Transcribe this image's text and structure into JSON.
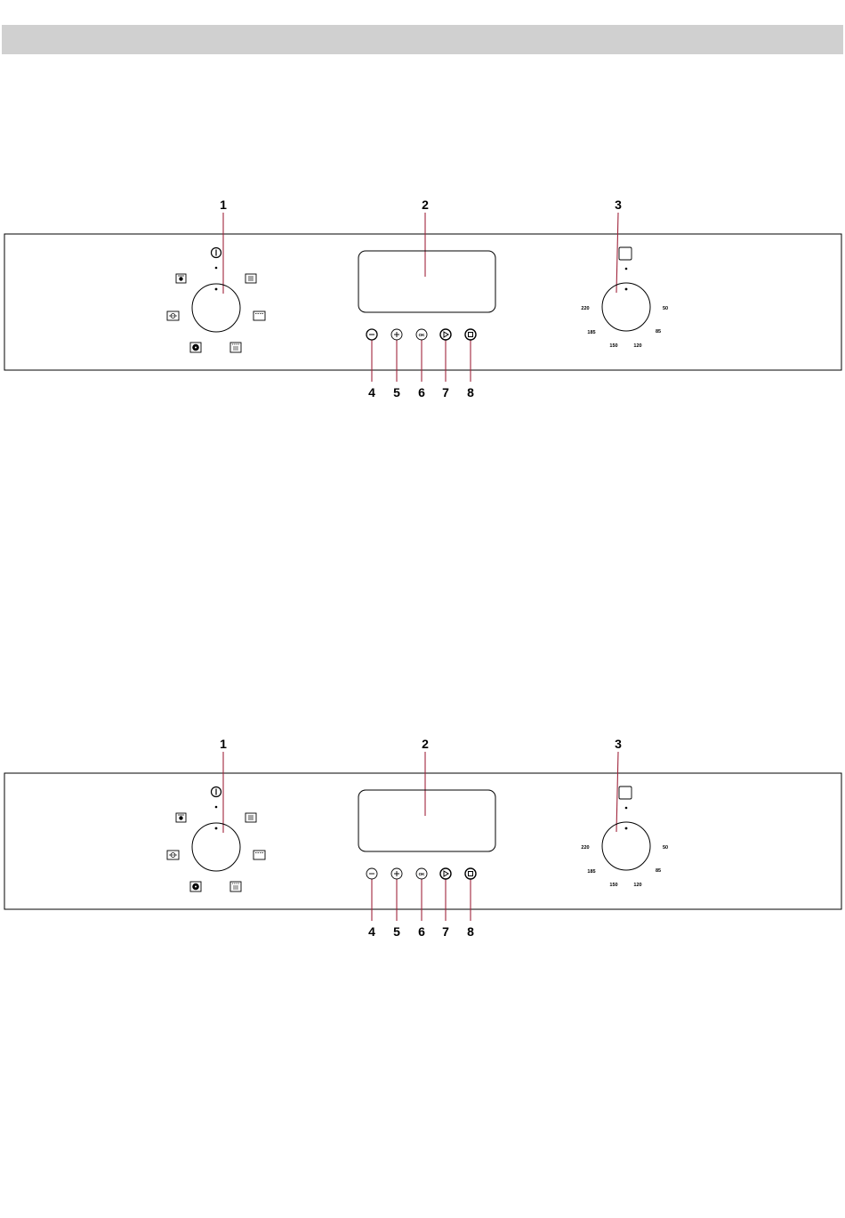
{
  "panels": [
    {
      "callouts": [
        "1",
        "2",
        "3",
        "4",
        "5",
        "6",
        "7",
        "8"
      ],
      "buttons": [
        {
          "id": "minus",
          "glyph": "minus-icon",
          "bold": true
        },
        {
          "id": "plus",
          "glyph": "plus-icon",
          "bold": false
        },
        {
          "id": "ok",
          "label": "OK",
          "bold": false
        },
        {
          "id": "start",
          "glyph": "play-icon",
          "bold": true
        },
        {
          "id": "stop",
          "glyph": "stop-icon",
          "bold": true
        }
      ],
      "temperatures": [
        "220",
        "185",
        "150",
        "120",
        "85",
        "50"
      ]
    },
    {
      "callouts": [
        "1",
        "2",
        "3",
        "4",
        "5",
        "6",
        "7",
        "8"
      ],
      "buttons": [
        {
          "id": "minus",
          "glyph": "minus-icon",
          "bold": false
        },
        {
          "id": "plus",
          "glyph": "plus-icon",
          "bold": false
        },
        {
          "id": "ok",
          "label": "OK",
          "bold": false
        },
        {
          "id": "start",
          "glyph": "play-icon",
          "bold": true
        },
        {
          "id": "stop",
          "glyph": "stop-icon",
          "bold": true
        }
      ],
      "temperatures": [
        "220",
        "185",
        "150",
        "120",
        "85",
        "50"
      ]
    }
  ],
  "colors": {
    "header_band": "#d0d0d0",
    "leader_line": "#a0253c",
    "outline": "#000000"
  },
  "mode_icons": [
    "power-icon",
    "fan-heater-icon",
    "top-bottom-heat-icon",
    "rotisserie-icon",
    "bottom-heat-icon",
    "fan-icon",
    "grill-icon"
  ],
  "temp_icon": "temperature-indicator-icon"
}
